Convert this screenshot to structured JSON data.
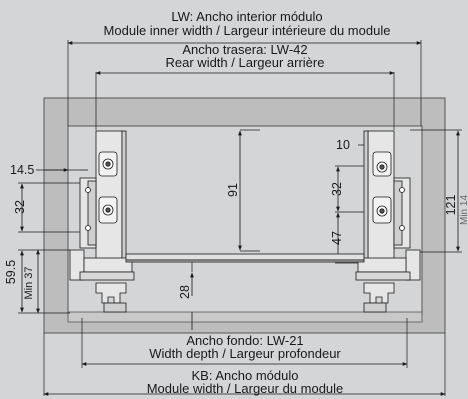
{
  "title": {
    "line1": "LW: Ancho interior módulo",
    "line2": "Module inner width / Largeur intérieure du module"
  },
  "rear": {
    "line1": "Ancho trasera: LW-42",
    "line2": "Rear width / Largeur arrière"
  },
  "bottom_panel": {
    "line1": "Ancho fondo: LW-21",
    "line2": "Width depth / Largeur profondeur"
  },
  "module": {
    "line1": "KB: Ancho módulo",
    "line2": "Module width / Largeur du module"
  },
  "dimensions": {
    "d_14_5": "14.5",
    "d_32_left": "32",
    "d_59_5": "59.5",
    "d_min37": "Min 37",
    "d_91": "91",
    "d_28": "28",
    "d_10": "10",
    "d_32_right": "32",
    "d_47": "47",
    "d_121": "121",
    "d_min_right": "Min 14"
  },
  "colors": {
    "background": "#d4d5d6",
    "cabinet_wall": "#bdbdbd",
    "cabinet_edge": "#555555",
    "line": "#1a1a1a",
    "metal": "#e6e6e6"
  }
}
